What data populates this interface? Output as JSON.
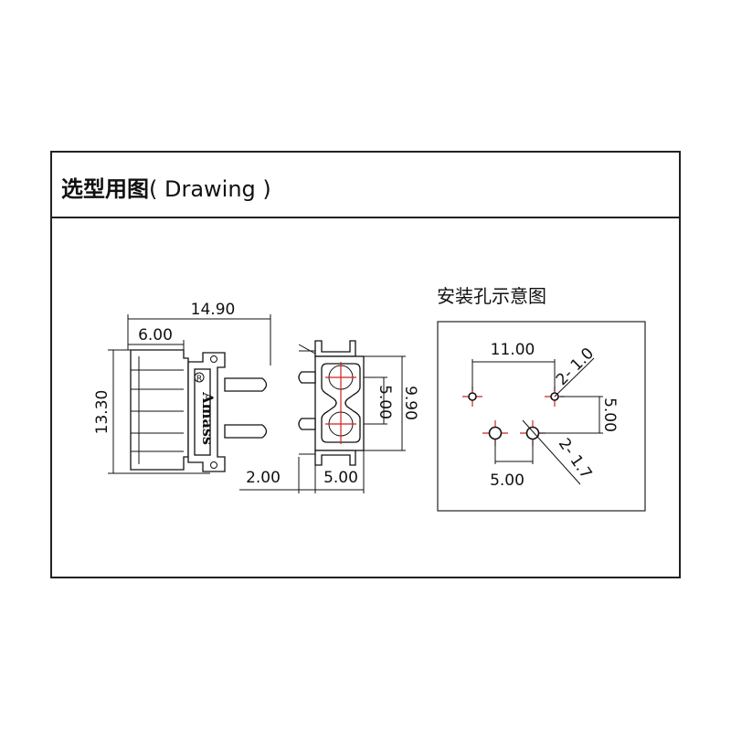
{
  "header": {
    "title_cn": "选型用图",
    "title_en": "( Drawing )"
  },
  "side_view": {
    "logo_text": "Amass",
    "registered_mark": "R",
    "dim_total_length": "14.90",
    "dim_body_length": "6.00",
    "dim_height": "13.30"
  },
  "front_view": {
    "dim_pin_offset": "2.00",
    "dim_pin_pitch_h": "5.00",
    "dim_pin_pitch_v": "5.00",
    "dim_height": "9.90"
  },
  "mounting": {
    "title": "安装孔示意图",
    "dim_width": "11.00",
    "dim_height": "5.00",
    "dim_pitch": "5.00",
    "small_hole_label": "2- 1.0",
    "large_hole_label": "2- 1.7"
  },
  "colors": {
    "line": "#111111",
    "center_line": "#d0231d"
  }
}
